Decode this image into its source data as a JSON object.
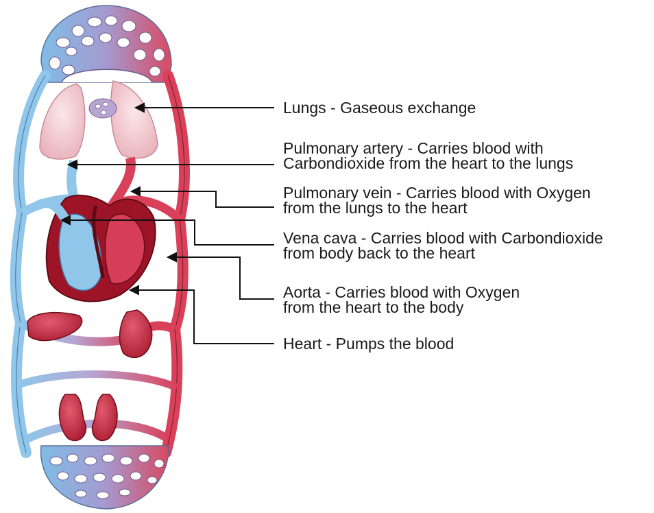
{
  "colors": {
    "oxygenated": "#d9405a",
    "deoxygenated": "#8fc6ea",
    "leader": "#111111"
  },
  "labels": [
    {
      "id": "lungs",
      "line1": "Lungs - Gaseous exchange",
      "line2": ""
    },
    {
      "id": "pulmonary-artery",
      "line1": "Pulmonary artery - Carries blood with",
      "line2": "Carbondioxide from the heart to the lungs"
    },
    {
      "id": "pulmonary-vein",
      "line1": "Pulmonary vein - Carries blood with Oxygen",
      "line2": "from the lungs to the heart"
    },
    {
      "id": "vena-cava",
      "line1": "Vena cava - Carries blood with Carbondioxide",
      "line2": "from body back to the heart"
    },
    {
      "id": "aorta",
      "line1": "Aorta - Carries blood with Oxygen",
      "line2": "from the heart to the body"
    },
    {
      "id": "heart",
      "line1": "Heart - Pumps the blood",
      "line2": ""
    }
  ]
}
